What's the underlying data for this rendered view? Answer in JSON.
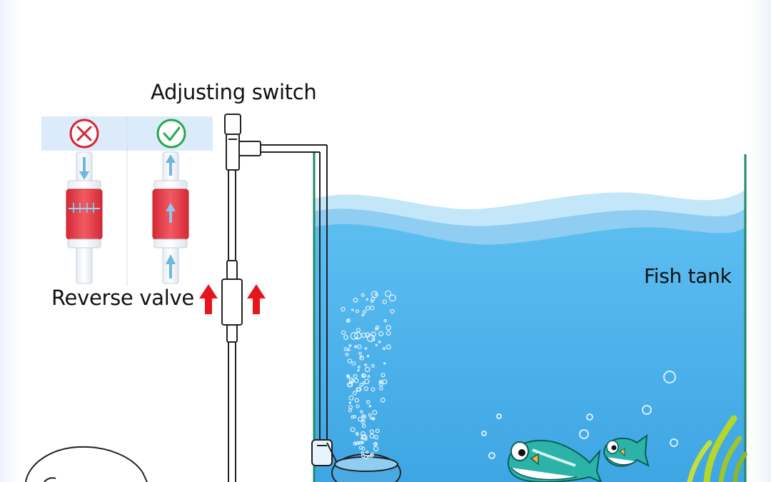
{
  "labels": {
    "adjusting_switch": "Adjusting switch",
    "reverse_valve": "Reverse valve",
    "fish_tank": "Fish tank"
  },
  "icons": {
    "wrong": "x-circle-icon",
    "right": "check-circle-icon",
    "flow_arrow": "up-arrow-icon"
  },
  "colors": {
    "wrong": "#d9232e",
    "right": "#22a94a",
    "valve_red": "#e7343f",
    "water": "#4fb3ea",
    "water_light": "#b9e2f8",
    "arrow_red": "#e8141c",
    "fish_teal": "#2ab3a6",
    "tank_glass": "#1e8a63",
    "plant_green": "#b6d62c"
  }
}
